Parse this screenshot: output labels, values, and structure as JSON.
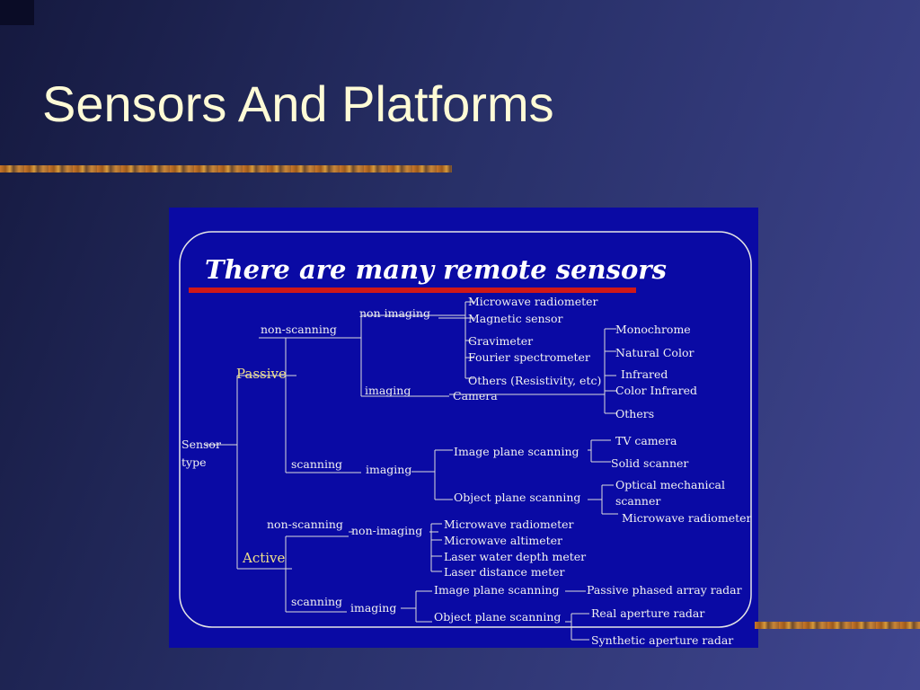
{
  "slide": {
    "title": "Sensors And Platforms"
  },
  "diagram": {
    "heading": "There are many remote sensors",
    "colors": {
      "slide_title": "#fffbd6",
      "panel_background": "#0a0aa4",
      "heading_underline": "#d01818",
      "level_labels": "#f0e08a",
      "node_labels": "#f1f1f1",
      "deco_bar": "#c8772a"
    },
    "root": {
      "line1": "Sensor",
      "line2": "type"
    },
    "passive": {
      "label": "Passive",
      "non_scanning": {
        "label": "non-scanning",
        "non_imaging": {
          "label": "non imaging",
          "items": [
            "Microwave radiometer",
            "Magnetic sensor",
            "Gravimeter",
            "Fourier spectrometer",
            "Others (Resistivity, etc)"
          ]
        },
        "imaging": {
          "label": "imaging",
          "camera": "Camera",
          "camera_types": [
            "Monochrome",
            "Natural Color",
            "Infrared",
            "Color Infrared",
            "Others"
          ]
        }
      },
      "scanning": {
        "label": "scanning",
        "imaging": {
          "label": "imaging",
          "image_plane": {
            "label": "Image plane scanning",
            "items": [
              "TV camera",
              "Solid scanner"
            ]
          },
          "object_plane": {
            "label": "Object plane scanning",
            "items": [
              "Optical mechanical",
              "scanner",
              "Microwave radiometer"
            ]
          }
        }
      }
    },
    "active": {
      "label": "Active",
      "non_scanning": {
        "label": "non-scanning",
        "non_imaging": {
          "label": "non-imaging",
          "items": [
            "Microwave radiometer",
            "Microwave altimeter",
            "Laser water depth meter",
            "Laser distance meter"
          ]
        }
      },
      "scanning": {
        "label": "scanning",
        "imaging": {
          "label": "imaging",
          "image_plane": {
            "label": "Image plane scanning",
            "items": [
              "Passive phased array radar"
            ]
          },
          "object_plane": {
            "label": "Object plane scanning",
            "items": [
              "Real aperture radar",
              "Synthetic aperture radar"
            ]
          }
        }
      }
    }
  }
}
